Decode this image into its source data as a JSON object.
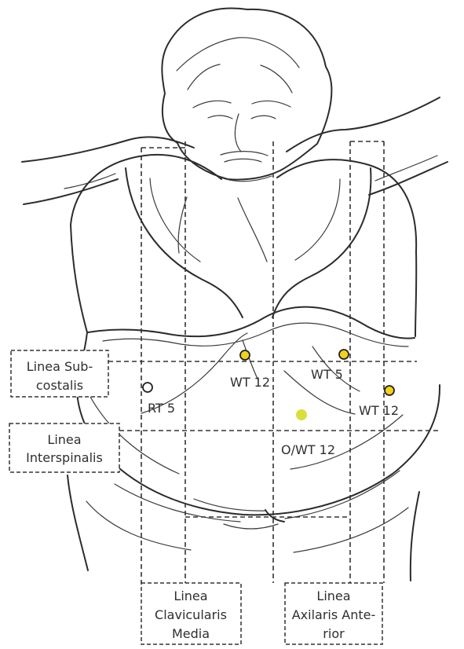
{
  "colors": {
    "marker_fill": "#f2d21b",
    "marker_stroke": "#222222",
    "center_marker": "#d9df3a",
    "rt_marker": "#ffffff"
  },
  "labels": {
    "linea_subcostalis": [
      "Linea Sub-",
      "costalis"
    ],
    "linea_interspinalis": [
      "Linea",
      "Interspinalis"
    ],
    "linea_clavicularis_media": [
      "Linea",
      "Clavicularis",
      "Media"
    ],
    "linea_axilaris_anterior": [
      "Linea",
      "Axilaris Ante-",
      "rior"
    ]
  },
  "markers": {
    "wt12_left": "WT 12",
    "wt5": "WT 5",
    "wt12_right": "WT 12",
    "rt5": "RT 5",
    "owt12": "O/WT 12"
  },
  "icons": {
    "figure": "obese-patient-sketch-icon",
    "wt12_left_point": "yellow-dot-icon",
    "wt5_point": "yellow-dot-icon",
    "wt12_right_point": "yellow-dot-icon",
    "rt5_point": "open-circle-icon",
    "owt12_point": "yellow-dot-icon"
  }
}
